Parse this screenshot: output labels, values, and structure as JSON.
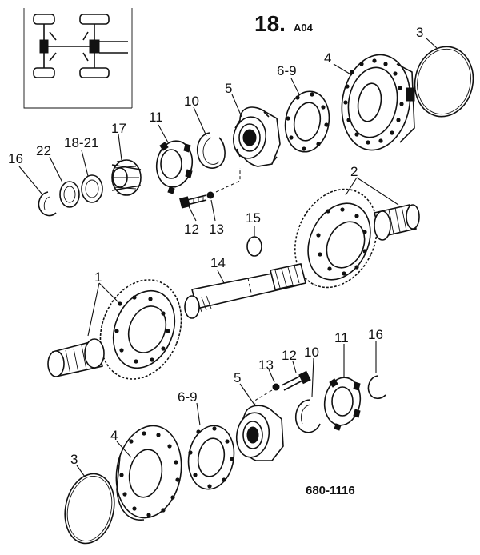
{
  "diagram": {
    "page_number": "18.",
    "page_suffix": "A04",
    "drawing_ref": "680-1116",
    "callouts": [
      {
        "id": "c-3-top",
        "text": "3"
      },
      {
        "id": "c-4-top",
        "text": "4"
      },
      {
        "id": "c-6-9-top",
        "text": "6-9"
      },
      {
        "id": "c-5-top",
        "text": "5"
      },
      {
        "id": "c-10-top",
        "text": "10"
      },
      {
        "id": "c-11-top",
        "text": "11"
      },
      {
        "id": "c-17",
        "text": "17"
      },
      {
        "id": "c-18-21",
        "text": "18-21"
      },
      {
        "id": "c-22",
        "text": "22"
      },
      {
        "id": "c-16-top",
        "text": "16"
      },
      {
        "id": "c-12-top",
        "text": "12"
      },
      {
        "id": "c-13-top",
        "text": "13"
      },
      {
        "id": "c-15",
        "text": "15"
      },
      {
        "id": "c-2",
        "text": "2"
      },
      {
        "id": "c-14",
        "text": "14"
      },
      {
        "id": "c-1",
        "text": "1"
      },
      {
        "id": "c-13-bottom",
        "text": "13"
      },
      {
        "id": "c-12-bottom",
        "text": "12"
      },
      {
        "id": "c-10-bottom",
        "text": "10"
      },
      {
        "id": "c-11-bottom",
        "text": "11"
      },
      {
        "id": "c-16-bottom",
        "text": "16"
      },
      {
        "id": "c-5-bottom",
        "text": "5"
      },
      {
        "id": "c-6-9-bottom",
        "text": "6-9"
      },
      {
        "id": "c-4-bottom",
        "text": "4"
      },
      {
        "id": "c-3-bottom",
        "text": "3"
      }
    ]
  }
}
